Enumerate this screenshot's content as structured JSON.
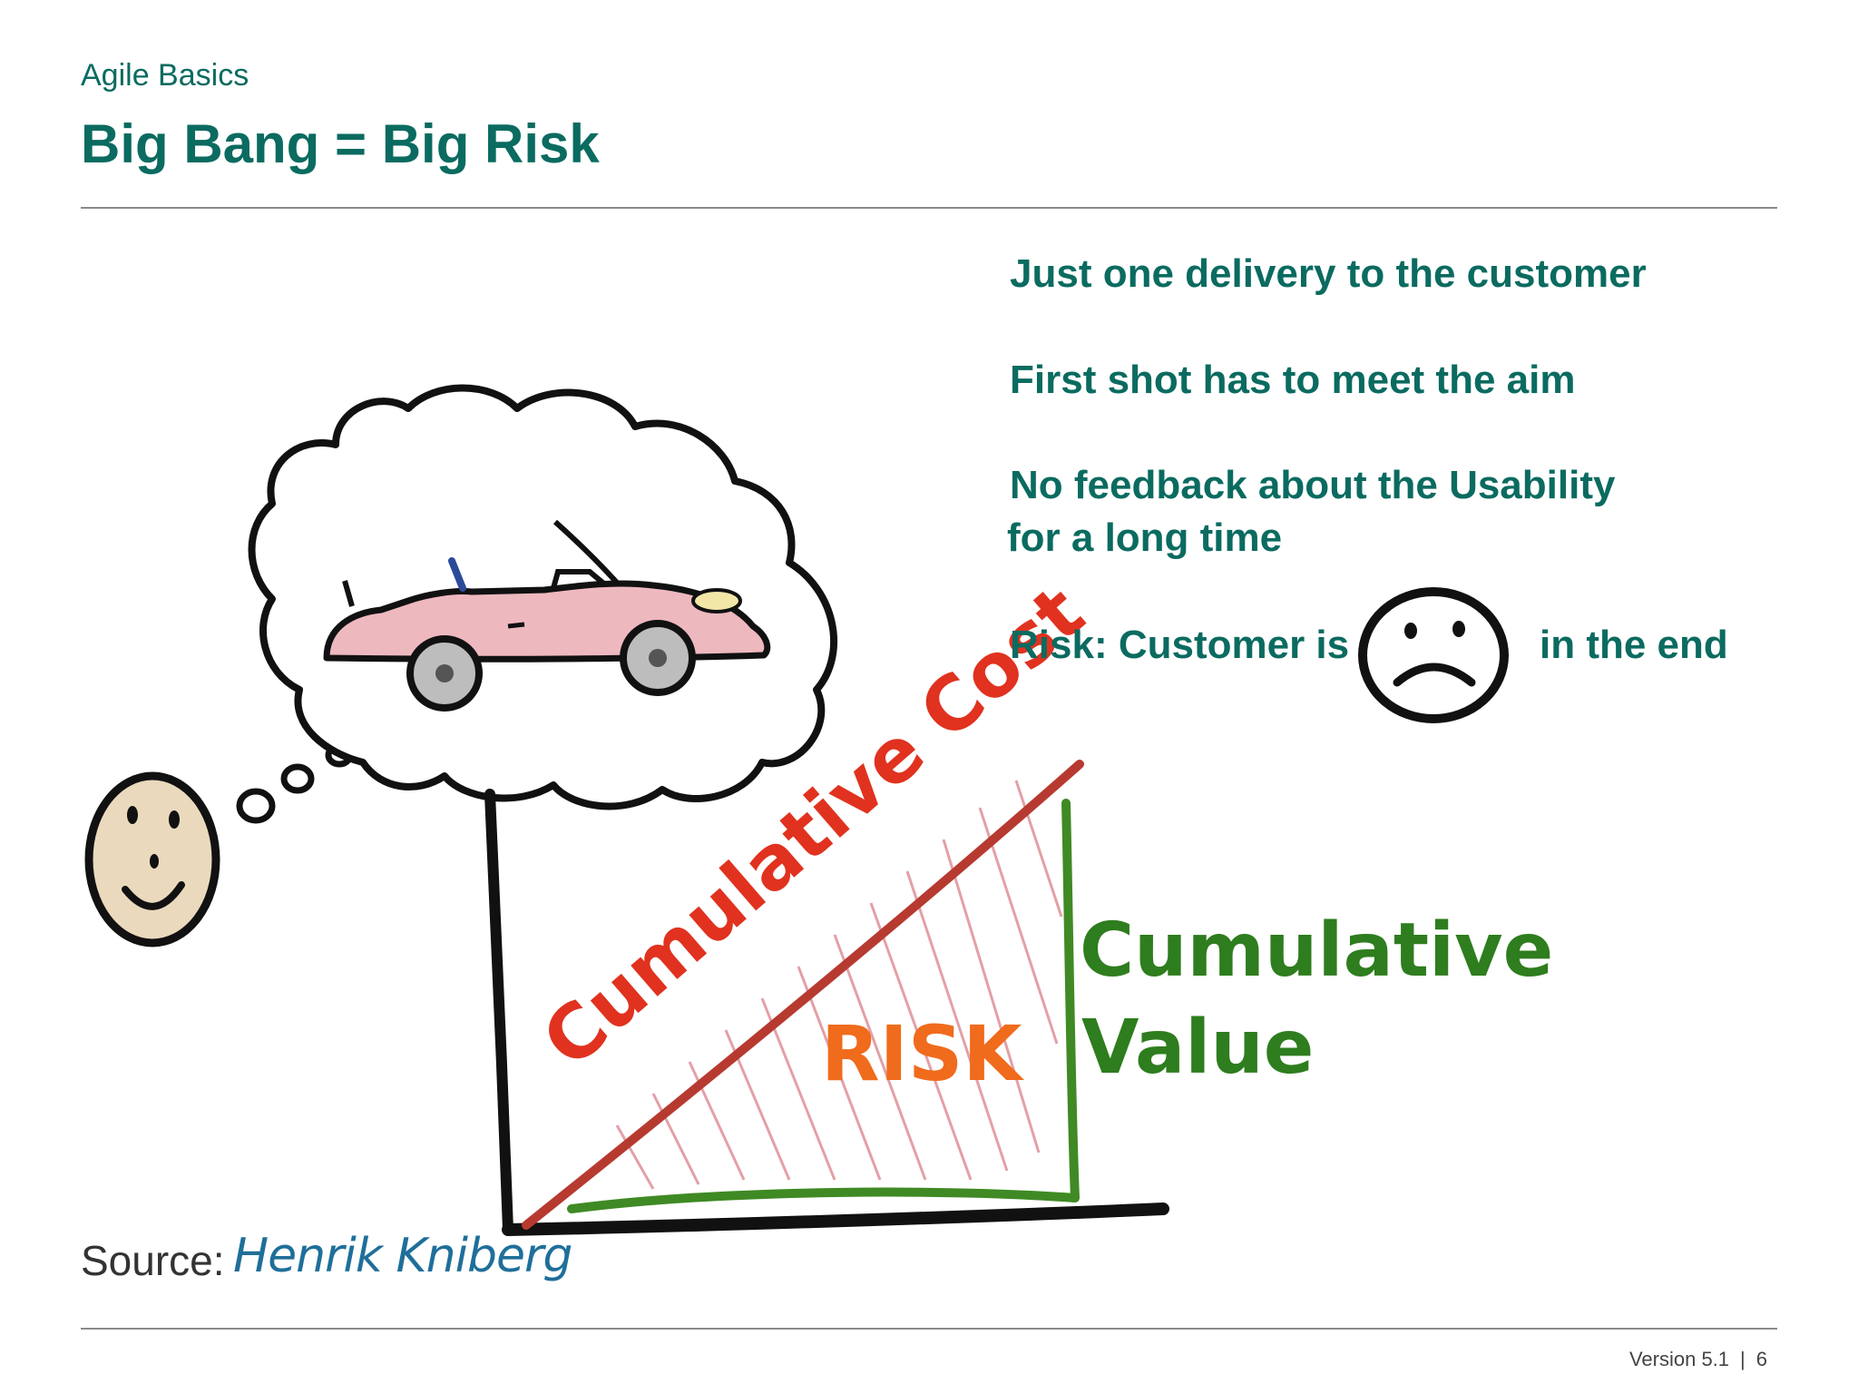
{
  "header": {
    "section": "Agile Basics",
    "title": "Big Bang = Big Risk"
  },
  "bullets": {
    "b1": "Just one delivery to the customer",
    "b2": "First shot has to meet the aim",
    "b3_line1": "No feedback about the Usability",
    "b3_line2": "for a long time",
    "b4_before": "Risk: Customer is",
    "b4_after": "in the end"
  },
  "illustration": {
    "cost_label": "Cumulative Cost",
    "risk_label": "RISK",
    "value_line1": "Cumulative",
    "value_line2": "Value",
    "icons": [
      "happy-face-icon",
      "thought-cloud-icon",
      "car-icon",
      "sad-face-icon"
    ],
    "colors": {
      "cost": "#d9302a",
      "risk": "#f06b1c",
      "value": "#2e7d1e",
      "car": "#eeb8bf"
    }
  },
  "source": {
    "label": "Source:",
    "author": "Henrik Kniberg"
  },
  "footer": {
    "version": "Version 5.1",
    "page": "6"
  }
}
